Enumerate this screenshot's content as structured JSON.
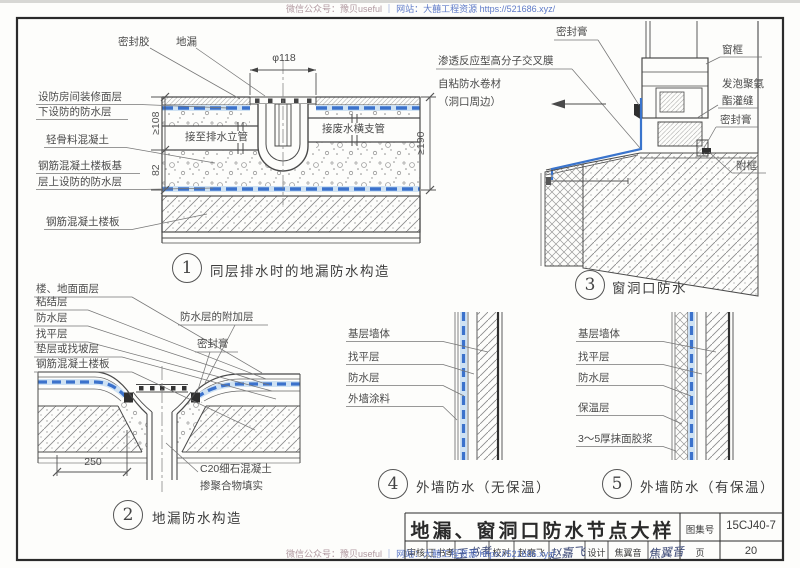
{
  "watermark": {
    "account": "微信公众号：豫贝useful",
    "separator": "｜",
    "site": "网站：大囍工程资源 https://521686.xyz/"
  },
  "detail1": {
    "number": "1",
    "caption": "同层排水时的地漏防水构造",
    "labels": {
      "sealant": "密封胶",
      "floor_drain": "地漏",
      "diameter": "φ118",
      "finish_line1": "设防房间装修面层",
      "finish_line2": "下设防的防水层",
      "lightweight_concrete": "轻骨料混凝土",
      "slab_wp_line1": "钢筋混凝土楼板基",
      "slab_wp_line2": "层上设防的防水层",
      "rc_slab": "钢筋混凝土楼板",
      "to_riser": "接至排水立管",
      "to_branch": "接废水横支管",
      "membrane_note1": "渗透反应型高分子交叉膜",
      "membrane_note2": "自粘防水卷材",
      "membrane_note3": "（洞口周边）",
      "dim_upper": "≥108",
      "dim_lower": "82",
      "dim_right": "≥190"
    }
  },
  "detail2": {
    "number": "2",
    "caption": "地漏防水构造",
    "labels": {
      "floor_finish": "楼、地面面层",
      "bonding": "粘结层",
      "waterproof": "防水层",
      "leveling": "找平层",
      "cushion": "垫层或找坡层",
      "rc_slab": "钢筋混凝土楼板",
      "wp_additional": "防水层的附加层",
      "sealant": "密封膏",
      "dim": "250",
      "c20_line1": "C20细石混凝土",
      "c20_line2": "掺聚合物填实"
    }
  },
  "detail3": {
    "number": "3",
    "caption": "窗洞口防水",
    "labels": {
      "sealant_top": "密封膏",
      "window_frame": "窗框",
      "foam_line1": "发泡聚氨",
      "foam_line2": "酯灌缝",
      "sealant_right": "密封膏",
      "sub_frame": "附框"
    }
  },
  "detail4": {
    "number": "4",
    "caption": "外墙防水（无保温）",
    "labels": {
      "base_wall": "基层墙体",
      "leveling": "找平层",
      "waterproof": "防水层",
      "coating": "外墙涂料"
    }
  },
  "detail5": {
    "number": "5",
    "caption": "外墙防水（有保温）",
    "labels": {
      "base_wall": "基层墙体",
      "leveling": "找平层",
      "waterproof": "防水层",
      "insulation": "保温层",
      "mortar": "3～5厚抹面胶浆"
    }
  },
  "title_block": {
    "title": "地漏、窗洞口防水节点大样",
    "atlas_label": "图集号",
    "atlas_no": "15CJ40-7",
    "page_label": "页",
    "page_no": "20",
    "reviewer_label": "审核",
    "reviewer_name": "王书孝",
    "reviewer_sig": "王书孝",
    "checker_label": "校对",
    "checker_name": "赵嘉飞",
    "checker_sig": "赵嘉飞",
    "designer_label": "设计",
    "designer_name": "焦翼音",
    "designer_sig": "焦翼音"
  },
  "colors": {
    "membrane_blue": "#3b72cc",
    "paper": "#fdfdfb"
  }
}
